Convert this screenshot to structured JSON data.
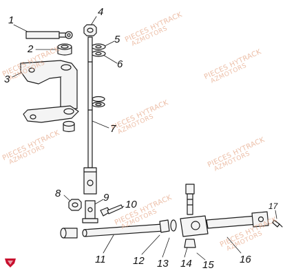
{
  "callouts": {
    "c1": "1",
    "c2": "2",
    "c3": "3",
    "c4": "4",
    "c5": "5",
    "c6": "6",
    "c7": "7",
    "c8": "8",
    "c9": "9",
    "c10": "10",
    "c11": "11",
    "c12": "12",
    "c13": "13",
    "c14": "14",
    "c15": "15",
    "c16": "16",
    "c17": "17"
  },
  "watermark": {
    "line1": "PIECES HYTRACK",
    "line2": "AZMOTORS"
  },
  "colors": {
    "line": "#1a1a1a",
    "part_fill": "#f4f4f4",
    "shade": "#bdbdbd",
    "watermark": "#e6a98a",
    "logo": "#c8102e"
  },
  "logo_icon": "brand-shield-icon"
}
